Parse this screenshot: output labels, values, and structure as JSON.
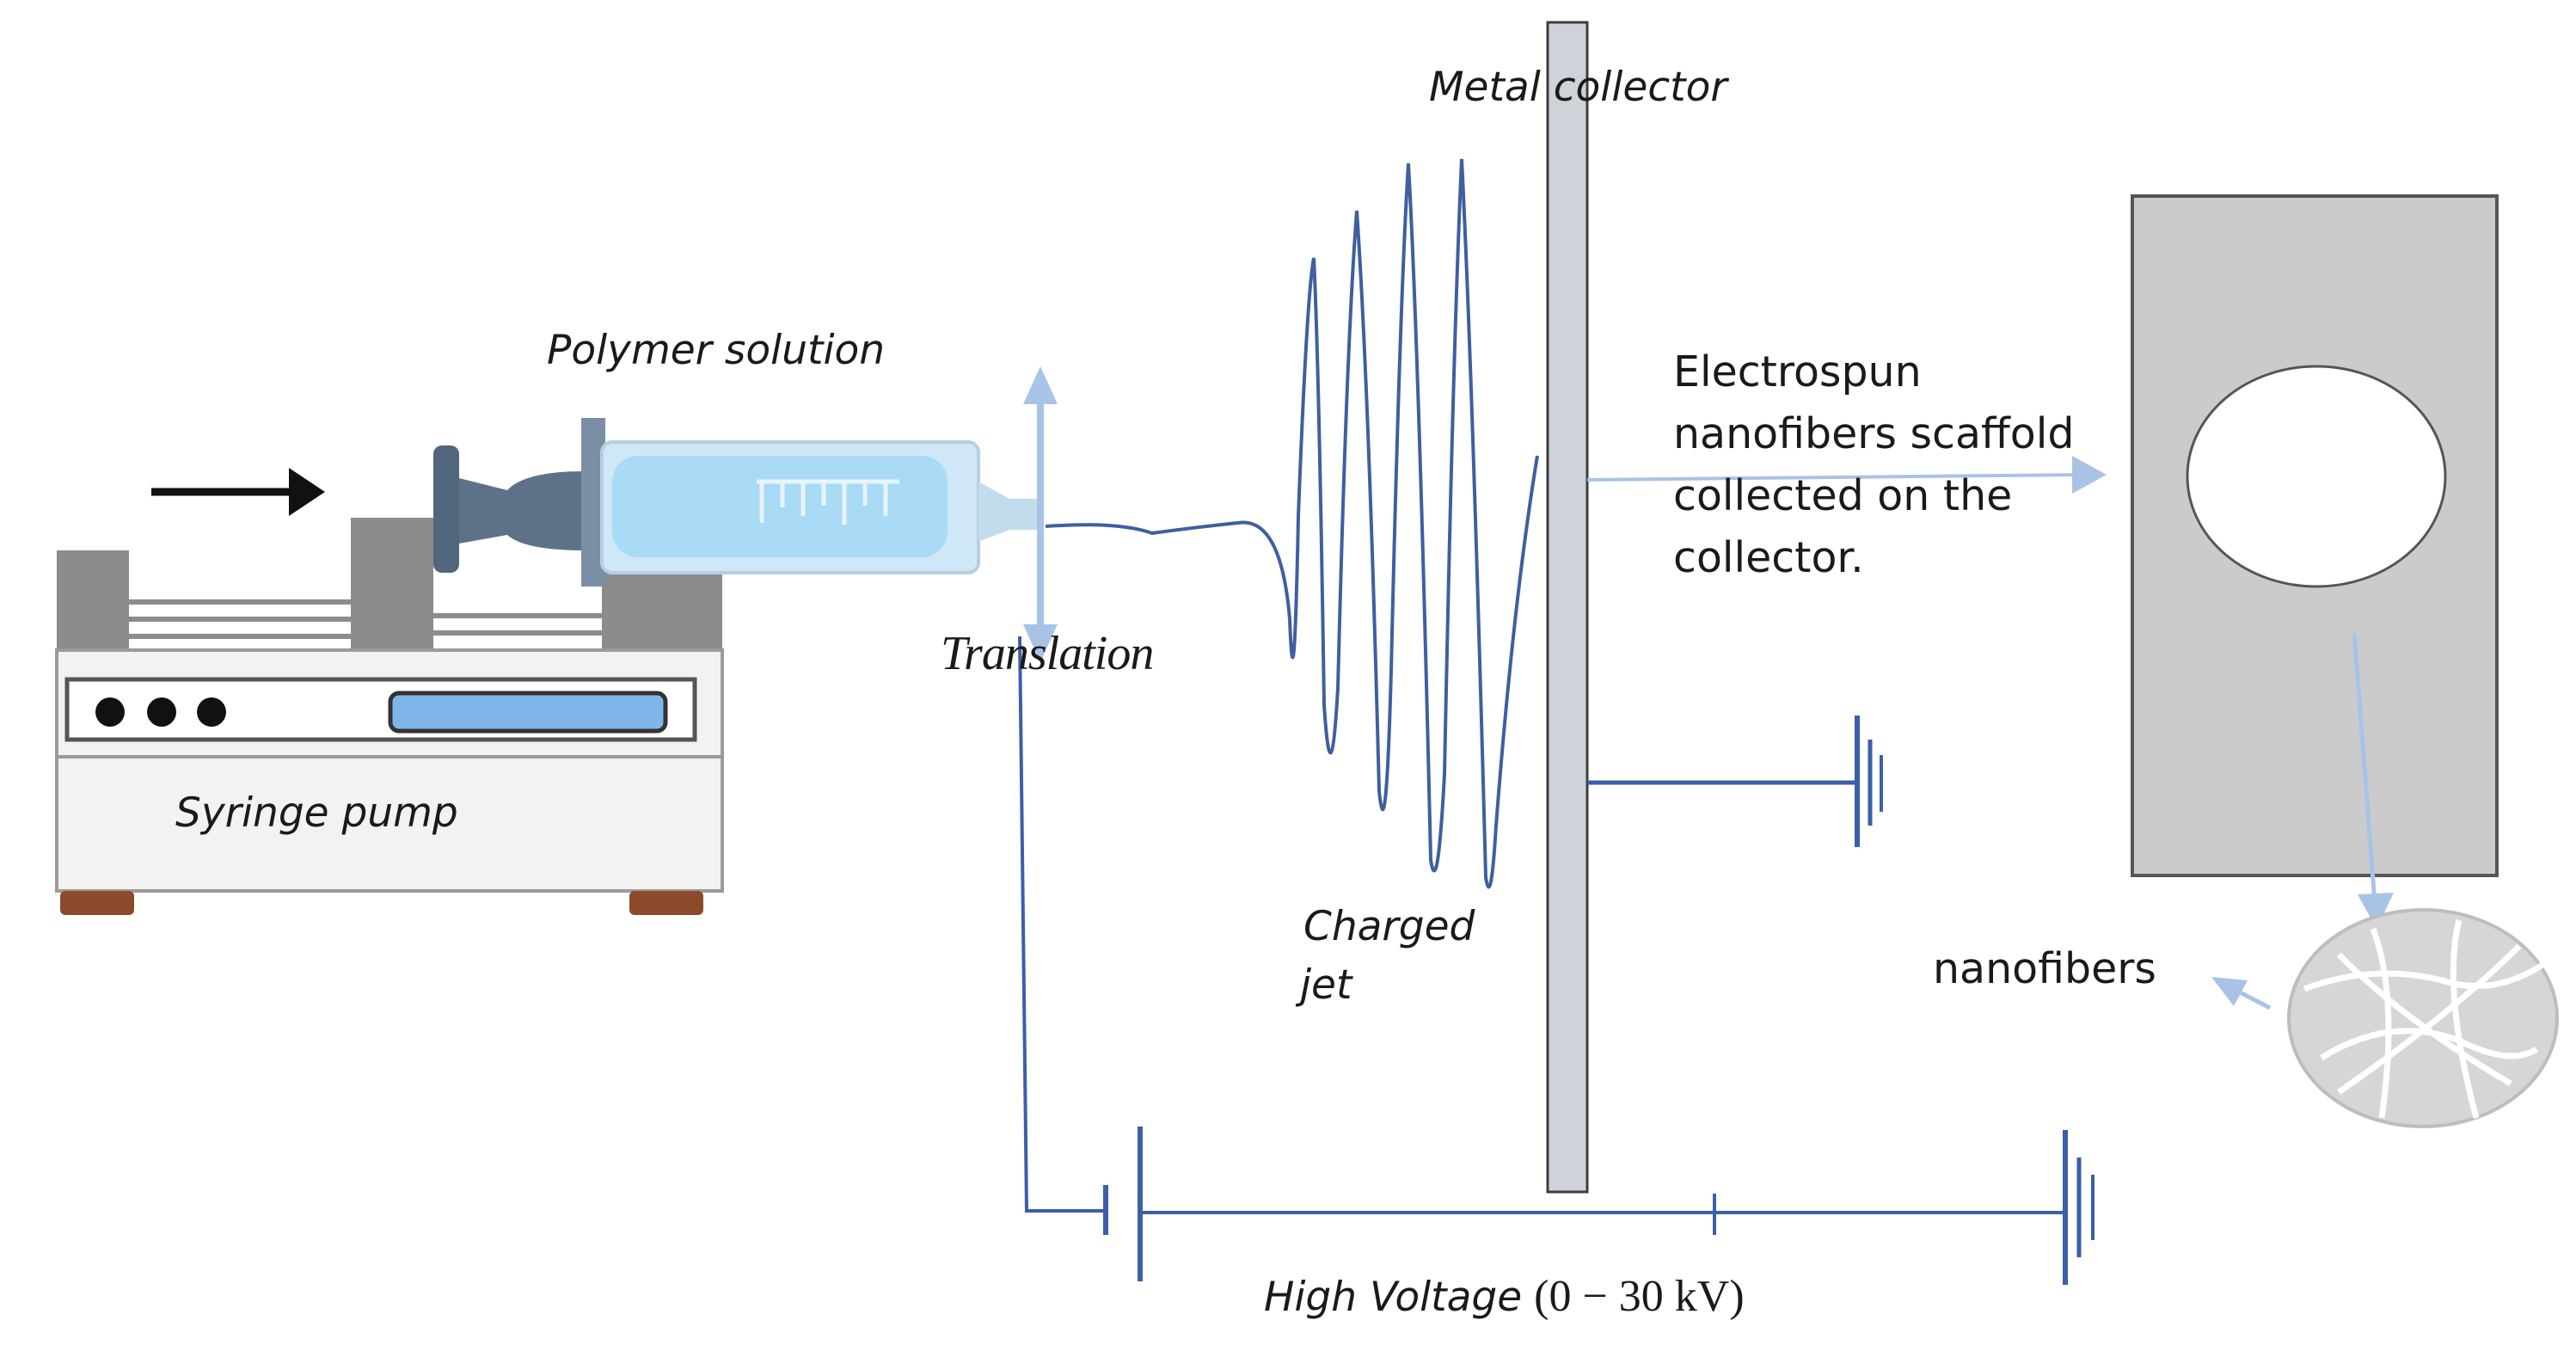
{
  "labels": {
    "polymer_solution": "Polymer solution",
    "translation": "Translation",
    "metal_collector": "Metal collector",
    "electrospun_lines": [
      "Electrospun",
      "nanofibers scaffold",
      "collected on the",
      "collector."
    ],
    "syringe_pump": "Syringe pump",
    "charged_jet_lines": [
      "Charged",
      "jet"
    ],
    "nanofibers": "nanofibers",
    "high_voltage": "High Voltage",
    "voltage_range": "(0 − 30 kV)"
  },
  "icons": {
    "pump_direction": "right-arrow-icon",
    "translation": "double-arrow-vertical-icon",
    "ground_collector": "ground-icon",
    "ground_supply": "ground-icon",
    "battery": "battery-icon",
    "zoom": "magnifier-circle-icon"
  },
  "colors": {
    "wire": "#3b5fa8",
    "jet": "#3f5f9e",
    "collector": "#cfd2d8",
    "scaffold": "#cbcbcb",
    "syringe_fluid": "#a9daf6",
    "pump_body": "#f2f2f2",
    "pump_gray": "#8c8c8c",
    "pump_display": "#7fb6ea",
    "arrow_light": "#a9c3e6"
  }
}
